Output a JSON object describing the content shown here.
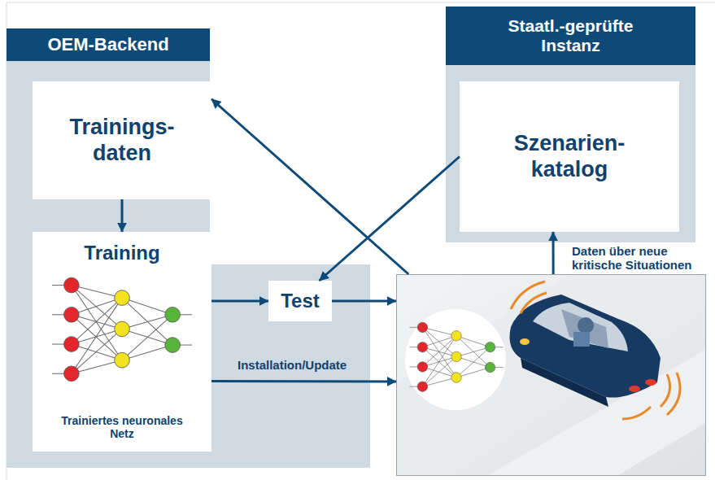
{
  "diagram": {
    "nodes": [
      {
        "text": [
          "OEM-Backend"
        ]
      },
      {
        "text": [
          "Trainings- daten"
        ],
        "in": 0
      },
      {
        "text": [
          "Training",
          "Trainiertes neuronales Netz"
        ],
        "in": 0
      },
      {
        "text": [
          "Test"
        ],
        "in": 0
      },
      {
        "text": [
          "Staatl.-geprüfte Instanz"
        ]
      },
      {
        "text": [
          "Szenarien- katalog"
        ],
        "in": 4
      },
      {
        "text": []
      }
    ],
    "edges": [
      {
        "from": 1,
        "to": 2,
        "arrow": "to"
      },
      {
        "from": 2,
        "to": 3,
        "arrow": "to"
      },
      {
        "from": 5,
        "to": 3,
        "arrow": "to"
      },
      {
        "from": 3,
        "to": 6,
        "arrow": "to"
      },
      {
        "from": 6,
        "to": 1,
        "arrow": "to"
      },
      {
        "from": 6,
        "to": 5,
        "label": "Daten über neue kritische Situationen",
        "arrow": "to"
      },
      {
        "from": 2,
        "to": 6,
        "label": "Installation/Update",
        "arrow": "to"
      }
    ]
  }
}
